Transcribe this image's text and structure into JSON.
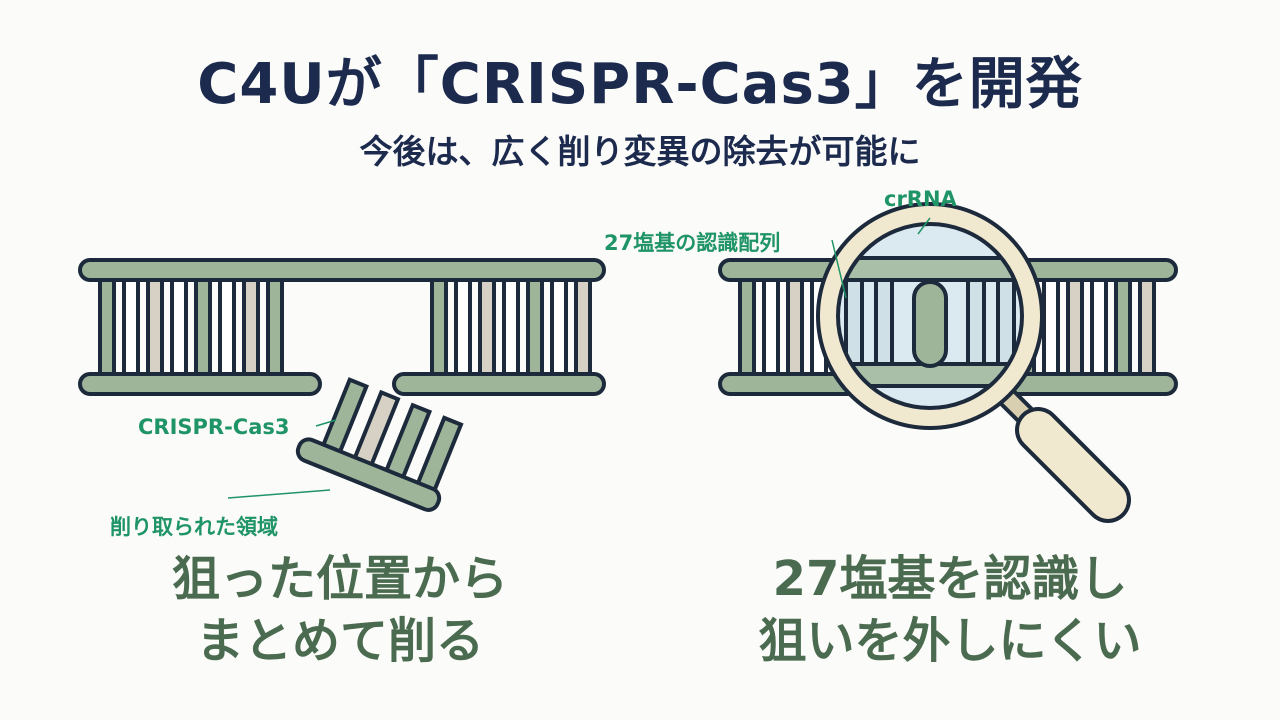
{
  "header": {
    "title": "C4Uが「CRISPR-Cas3」を開発",
    "subtitle": "今後は、広く削り変異の除去が可能に"
  },
  "left_panel": {
    "label_enzyme": "CRISPR-Cas3",
    "label_region": "削り取られた領域",
    "caption_line1": "狙った位置から",
    "caption_line2": "まとめて削る"
  },
  "right_panel": {
    "label_crrna": "crRNA",
    "label_sequence": "27塩基の認識配列",
    "caption_line1": "27塩基を認識し",
    "caption_line2": "狙いを外しにくい"
  },
  "colors": {
    "outline": "#1c2a3c",
    "rail": "#9fb59a",
    "rung_light": "#ffffff",
    "rung_tan": "#d6d1c4",
    "rung_green": "#9fb59a",
    "lens_glass": "#dbe9f1",
    "lens_frame": "#f1e9cf",
    "label_green": "#1f9467",
    "caption_green": "#4a6b4f",
    "title_navy": "#1c2a4e"
  }
}
